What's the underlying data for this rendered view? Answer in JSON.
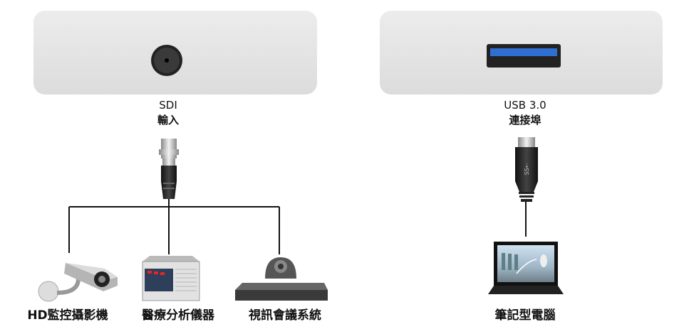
{
  "left": {
    "port_name": "SDI",
    "port_desc": "輸入",
    "devices": [
      {
        "label": "HD監控攝影機",
        "icon": "security-camera-icon"
      },
      {
        "label": "醫療分析儀器",
        "icon": "medical-analyzer-icon"
      },
      {
        "label": "視訊會議系統",
        "icon": "video-conference-icon"
      }
    ]
  },
  "right": {
    "port_name": "USB 3.0",
    "port_desc": "連接埠",
    "device": {
      "label": "筆記型電腦",
      "icon": "laptop-icon"
    }
  },
  "colors": {
    "panel": "#e4e4e4",
    "usb_blue": "#2f6fd1",
    "line": "#111111"
  }
}
